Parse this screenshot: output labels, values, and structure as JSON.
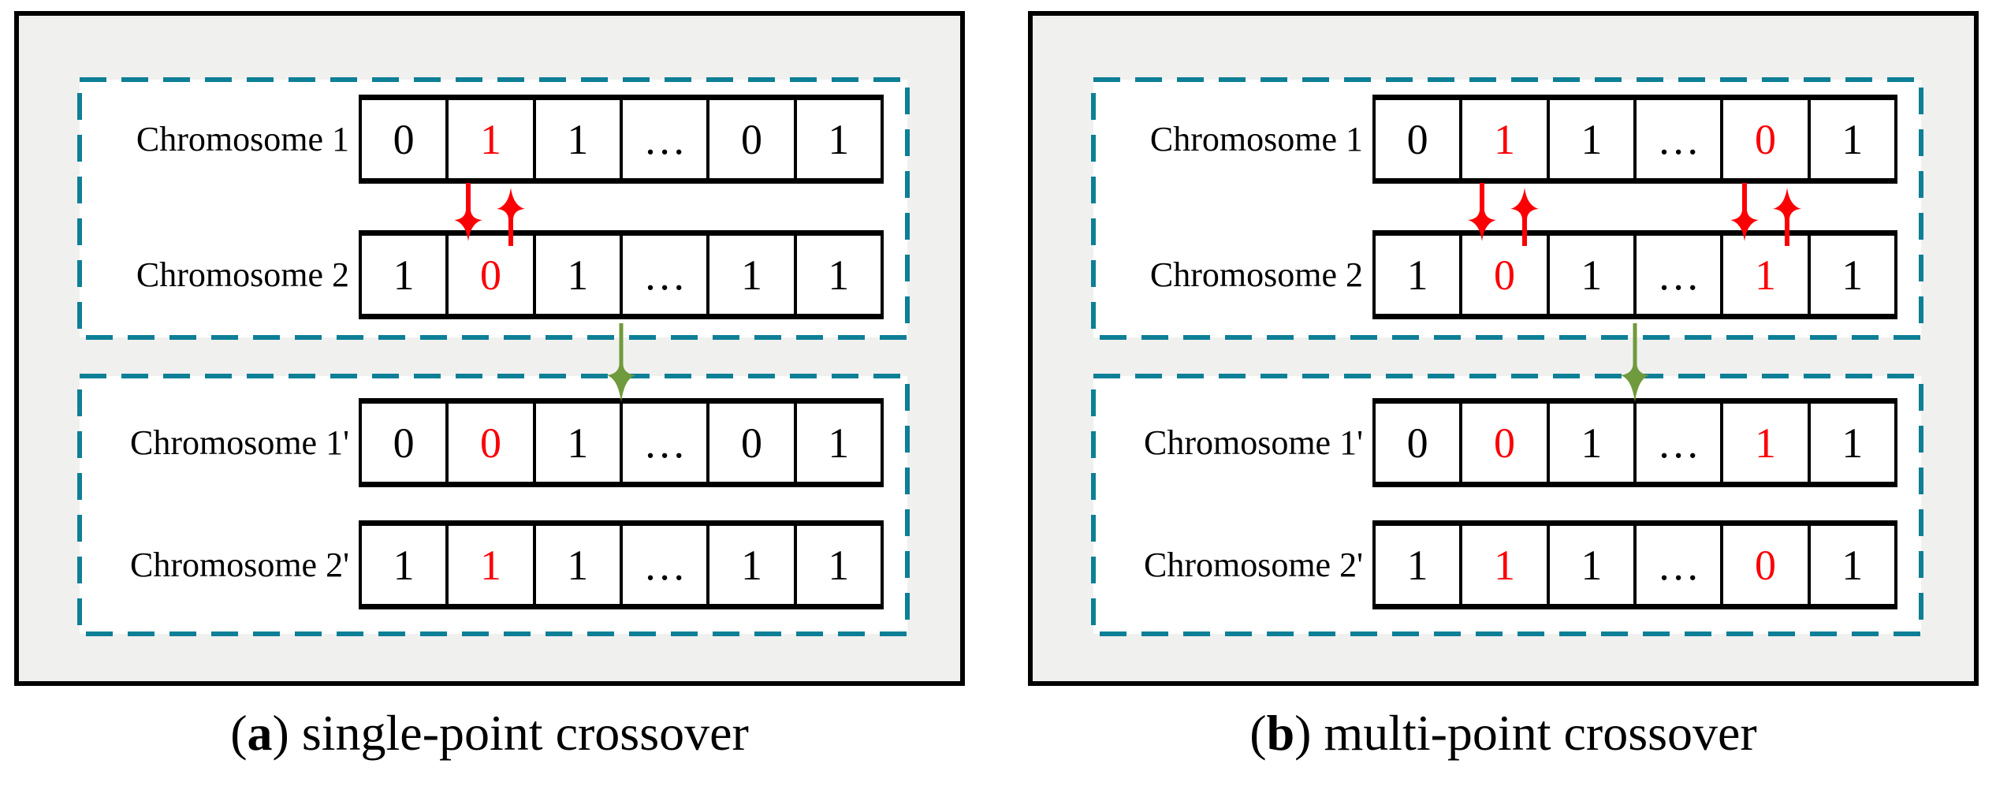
{
  "colors": {
    "panel_background": "#f0f0ef",
    "panel_border": "#000000",
    "dashed_box": "#0d7f96",
    "highlight_red": "#fa0005",
    "offspring_arrow_green": "#6f9a3d",
    "text": "#000000"
  },
  "panels": [
    {
      "caption": {
        "open": "(",
        "marker": "a",
        "close": ")",
        "text": "single-point crossover"
      },
      "crossover_cells": [
        2
      ],
      "rows": [
        {
          "label": "Chromosome 1",
          "cells": [
            {
              "v": "0",
              "red": false
            },
            {
              "v": "1",
              "red": true
            },
            {
              "v": "1",
              "red": false
            },
            {
              "v": "…",
              "red": false
            },
            {
              "v": "0",
              "red": false
            },
            {
              "v": "1",
              "red": false
            }
          ]
        },
        {
          "label": "Chromosome 2",
          "cells": [
            {
              "v": "1",
              "red": false
            },
            {
              "v": "0",
              "red": true
            },
            {
              "v": "1",
              "red": false
            },
            {
              "v": "…",
              "red": false
            },
            {
              "v": "1",
              "red": false
            },
            {
              "v": "1",
              "red": false
            }
          ]
        },
        {
          "label": "Chromosome 1'",
          "cells": [
            {
              "v": "0",
              "red": false
            },
            {
              "v": "0",
              "red": true
            },
            {
              "v": "1",
              "red": false
            },
            {
              "v": "…",
              "red": false
            },
            {
              "v": "0",
              "red": false
            },
            {
              "v": "1",
              "red": false
            }
          ]
        },
        {
          "label": "Chromosome 2'",
          "cells": [
            {
              "v": "1",
              "red": false
            },
            {
              "v": "1",
              "red": true
            },
            {
              "v": "1",
              "red": false
            },
            {
              "v": "…",
              "red": false
            },
            {
              "v": "1",
              "red": false
            },
            {
              "v": "1",
              "red": false
            }
          ]
        }
      ]
    },
    {
      "caption": {
        "open": "(",
        "marker": "b",
        "close": ")",
        "text": "multi-point crossover"
      },
      "crossover_cells": [
        2,
        5
      ],
      "rows": [
        {
          "label": "Chromosome 1",
          "cells": [
            {
              "v": "0",
              "red": false
            },
            {
              "v": "1",
              "red": true
            },
            {
              "v": "1",
              "red": false
            },
            {
              "v": "…",
              "red": false
            },
            {
              "v": "0",
              "red": true
            },
            {
              "v": "1",
              "red": false
            }
          ]
        },
        {
          "label": "Chromosome 2",
          "cells": [
            {
              "v": "1",
              "red": false
            },
            {
              "v": "0",
              "red": true
            },
            {
              "v": "1",
              "red": false
            },
            {
              "v": "…",
              "red": false
            },
            {
              "v": "1",
              "red": true
            },
            {
              "v": "1",
              "red": false
            }
          ]
        },
        {
          "label": "Chromosome 1'",
          "cells": [
            {
              "v": "0",
              "red": false
            },
            {
              "v": "0",
              "red": true
            },
            {
              "v": "1",
              "red": false
            },
            {
              "v": "…",
              "red": false
            },
            {
              "v": "1",
              "red": true
            },
            {
              "v": "1",
              "red": false
            }
          ]
        },
        {
          "label": "Chromosome 2'",
          "cells": [
            {
              "v": "1",
              "red": false
            },
            {
              "v": "1",
              "red": true
            },
            {
              "v": "1",
              "red": false
            },
            {
              "v": "…",
              "red": false
            },
            {
              "v": "0",
              "red": true
            },
            {
              "v": "1",
              "red": false
            }
          ]
        }
      ]
    }
  ]
}
